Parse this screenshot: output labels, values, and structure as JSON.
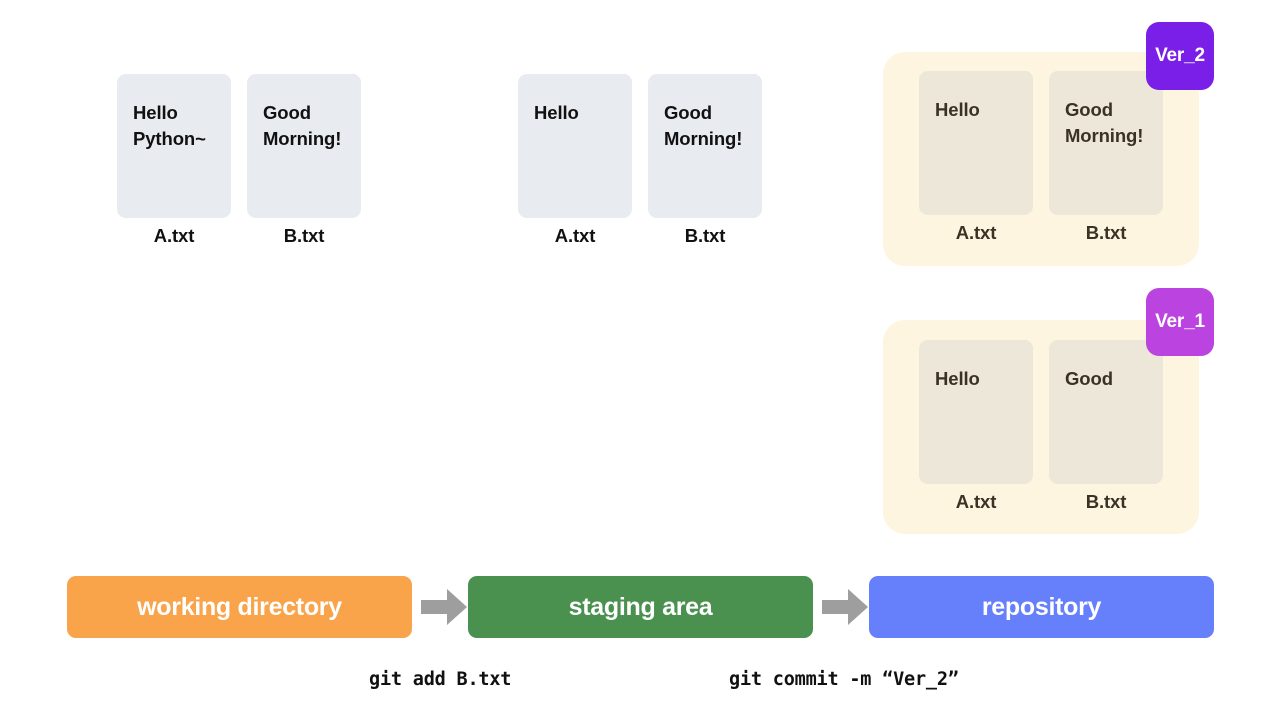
{
  "diagram": {
    "title": "Git working directory / staging area / repository flow",
    "colors": {
      "working_directory": "#f7a council",
      "card_plain_bg": "#e8ebf0",
      "card_repo_bg": "#ece7d8",
      "repo_box_bg": "#fdf5e0",
      "ver2_badge": "#7a1fe8",
      "ver1_badge": "#bb44e0",
      "working_bar": "#f9a council",
      "staging_bar": "#4a9150",
      "repository_bar": "#6680fc",
      "arrow": "#9e9e9e"
    }
  },
  "working_directory": {
    "files": [
      {
        "content": "Hello\nPython~",
        "label": "A.txt"
      },
      {
        "content": "Good\nMorning!",
        "label": "B.txt"
      }
    ]
  },
  "staging_area": {
    "files": [
      {
        "content": "Hello",
        "label": "A.txt"
      },
      {
        "content": "Good\nMorning!",
        "label": "B.txt"
      }
    ]
  },
  "repository": {
    "versions": [
      {
        "badge": "Ver_2",
        "badge_color": "#7a1fe8",
        "files": [
          {
            "content": "Hello",
            "label": "A.txt"
          },
          {
            "content": "Good\nMorning!",
            "label": "B.txt"
          }
        ]
      },
      {
        "badge": "Ver_1",
        "badge_color": "#bb44e0",
        "files": [
          {
            "content": "Hello",
            "label": "A.txt"
          },
          {
            "content": "Good",
            "label": "B.txt"
          }
        ]
      }
    ]
  },
  "pipeline": {
    "stages": [
      {
        "label": "working directory",
        "color": "#f9a34a"
      },
      {
        "label": "staging area",
        "color": "#4a9150"
      },
      {
        "label": "repository",
        "color": "#6680fc"
      }
    ],
    "commands": [
      {
        "text": "git add B.txt"
      },
      {
        "text": "git commit -m “Ver_2”"
      }
    ]
  }
}
